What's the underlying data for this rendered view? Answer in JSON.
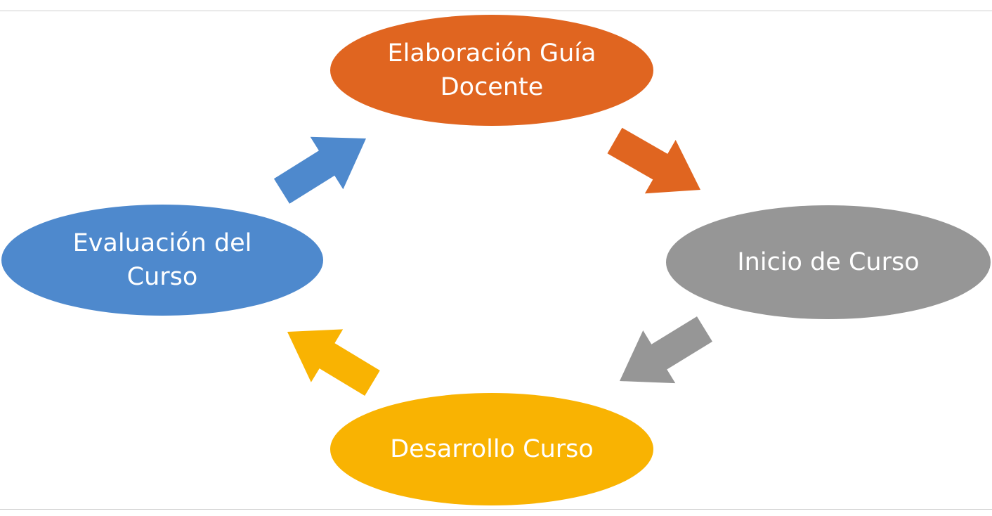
{
  "diagram": {
    "steps": [
      {
        "label": "Elaboración Guía Docente",
        "color": "#E06520"
      },
      {
        "label": "Inicio de Curso",
        "color": "#969696"
      },
      {
        "label": "Desarrollo Curso",
        "color": "#F9B302"
      },
      {
        "label": "Evaluación del Curso",
        "color": "#4E89CD"
      }
    ],
    "arrows": [
      {
        "from": "Elaboración Guía Docente",
        "to": "Inicio de Curso",
        "color": "#E06520"
      },
      {
        "from": "Inicio de Curso",
        "to": "Desarrollo Curso",
        "color": "#969696"
      },
      {
        "from": "Desarrollo Curso",
        "to": "Evaluación del Curso",
        "color": "#F9B302"
      },
      {
        "from": "Evaluación del Curso",
        "to": "Elaboración Guía Docente",
        "color": "#4E89CD"
      }
    ]
  }
}
